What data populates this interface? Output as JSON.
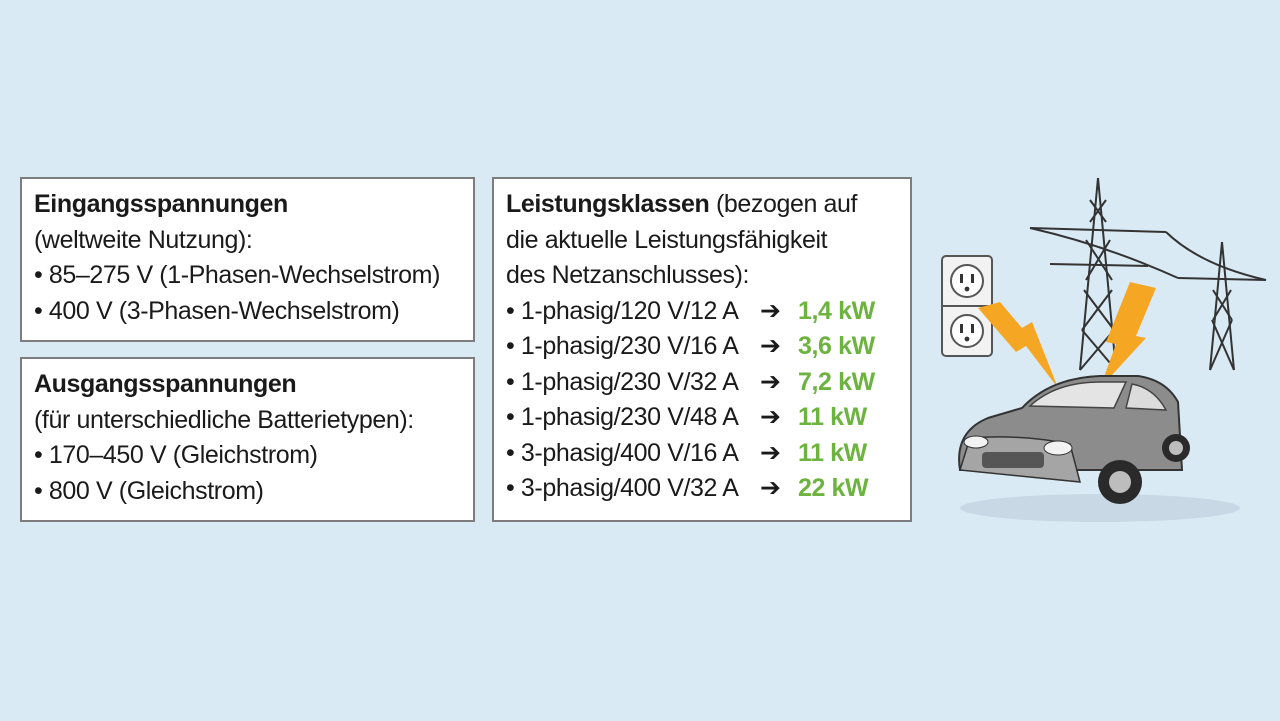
{
  "input_box": {
    "title": "Eingangsspannungen",
    "subtitle": "(weltweite Nutzung):",
    "items": [
      "• 85–275 V (1-Phasen-Wechselstrom)",
      "• 400 V (3-Phasen-Wechselstrom)"
    ]
  },
  "output_box": {
    "title": "Ausgangsspannungen",
    "subtitle": "(für unterschiedliche Batterietypen):",
    "items": [
      "• 170–450 V (Gleichstrom)",
      "• 800 V (Gleichstrom)"
    ]
  },
  "power_box": {
    "title": "Leistungsklassen",
    "title_suffix": " (bezogen auf",
    "subtitle_lines": [
      "die aktuelle Leistungsfähigkeit",
      "des Netzanschlusses):"
    ],
    "rows": [
      {
        "spec": "• 1-phasig/120 V/12 A",
        "arrow": "➔",
        "power": "1,4 kW"
      },
      {
        "spec": "• 1-phasig/230 V/16 A",
        "arrow": "➔",
        "power": "3,6 kW"
      },
      {
        "spec": "• 1-phasig/230 V/32 A",
        "arrow": "➔",
        "power": "7,2 kW"
      },
      {
        "spec": "• 1-phasig/230 V/48 A",
        "arrow": "➔",
        "power": "11 kW"
      },
      {
        "spec": "• 3-phasig/400 V/16 A",
        "arrow": "➔",
        "power": "11 kW"
      },
      {
        "spec": "• 3-phasig/400 V/32 A",
        "arrow": "➔",
        "power": "22 kW"
      }
    ]
  },
  "illustration": {
    "icons": [
      "power-outlet-icon",
      "power-pylon-icon",
      "lightning-bolt-icon",
      "electric-car-icon"
    ]
  },
  "colors": {
    "background": "#d9eaf5",
    "box_border": "#7d7d7d",
    "power_value": "#6db33f",
    "lightning": "#f5a623"
  }
}
